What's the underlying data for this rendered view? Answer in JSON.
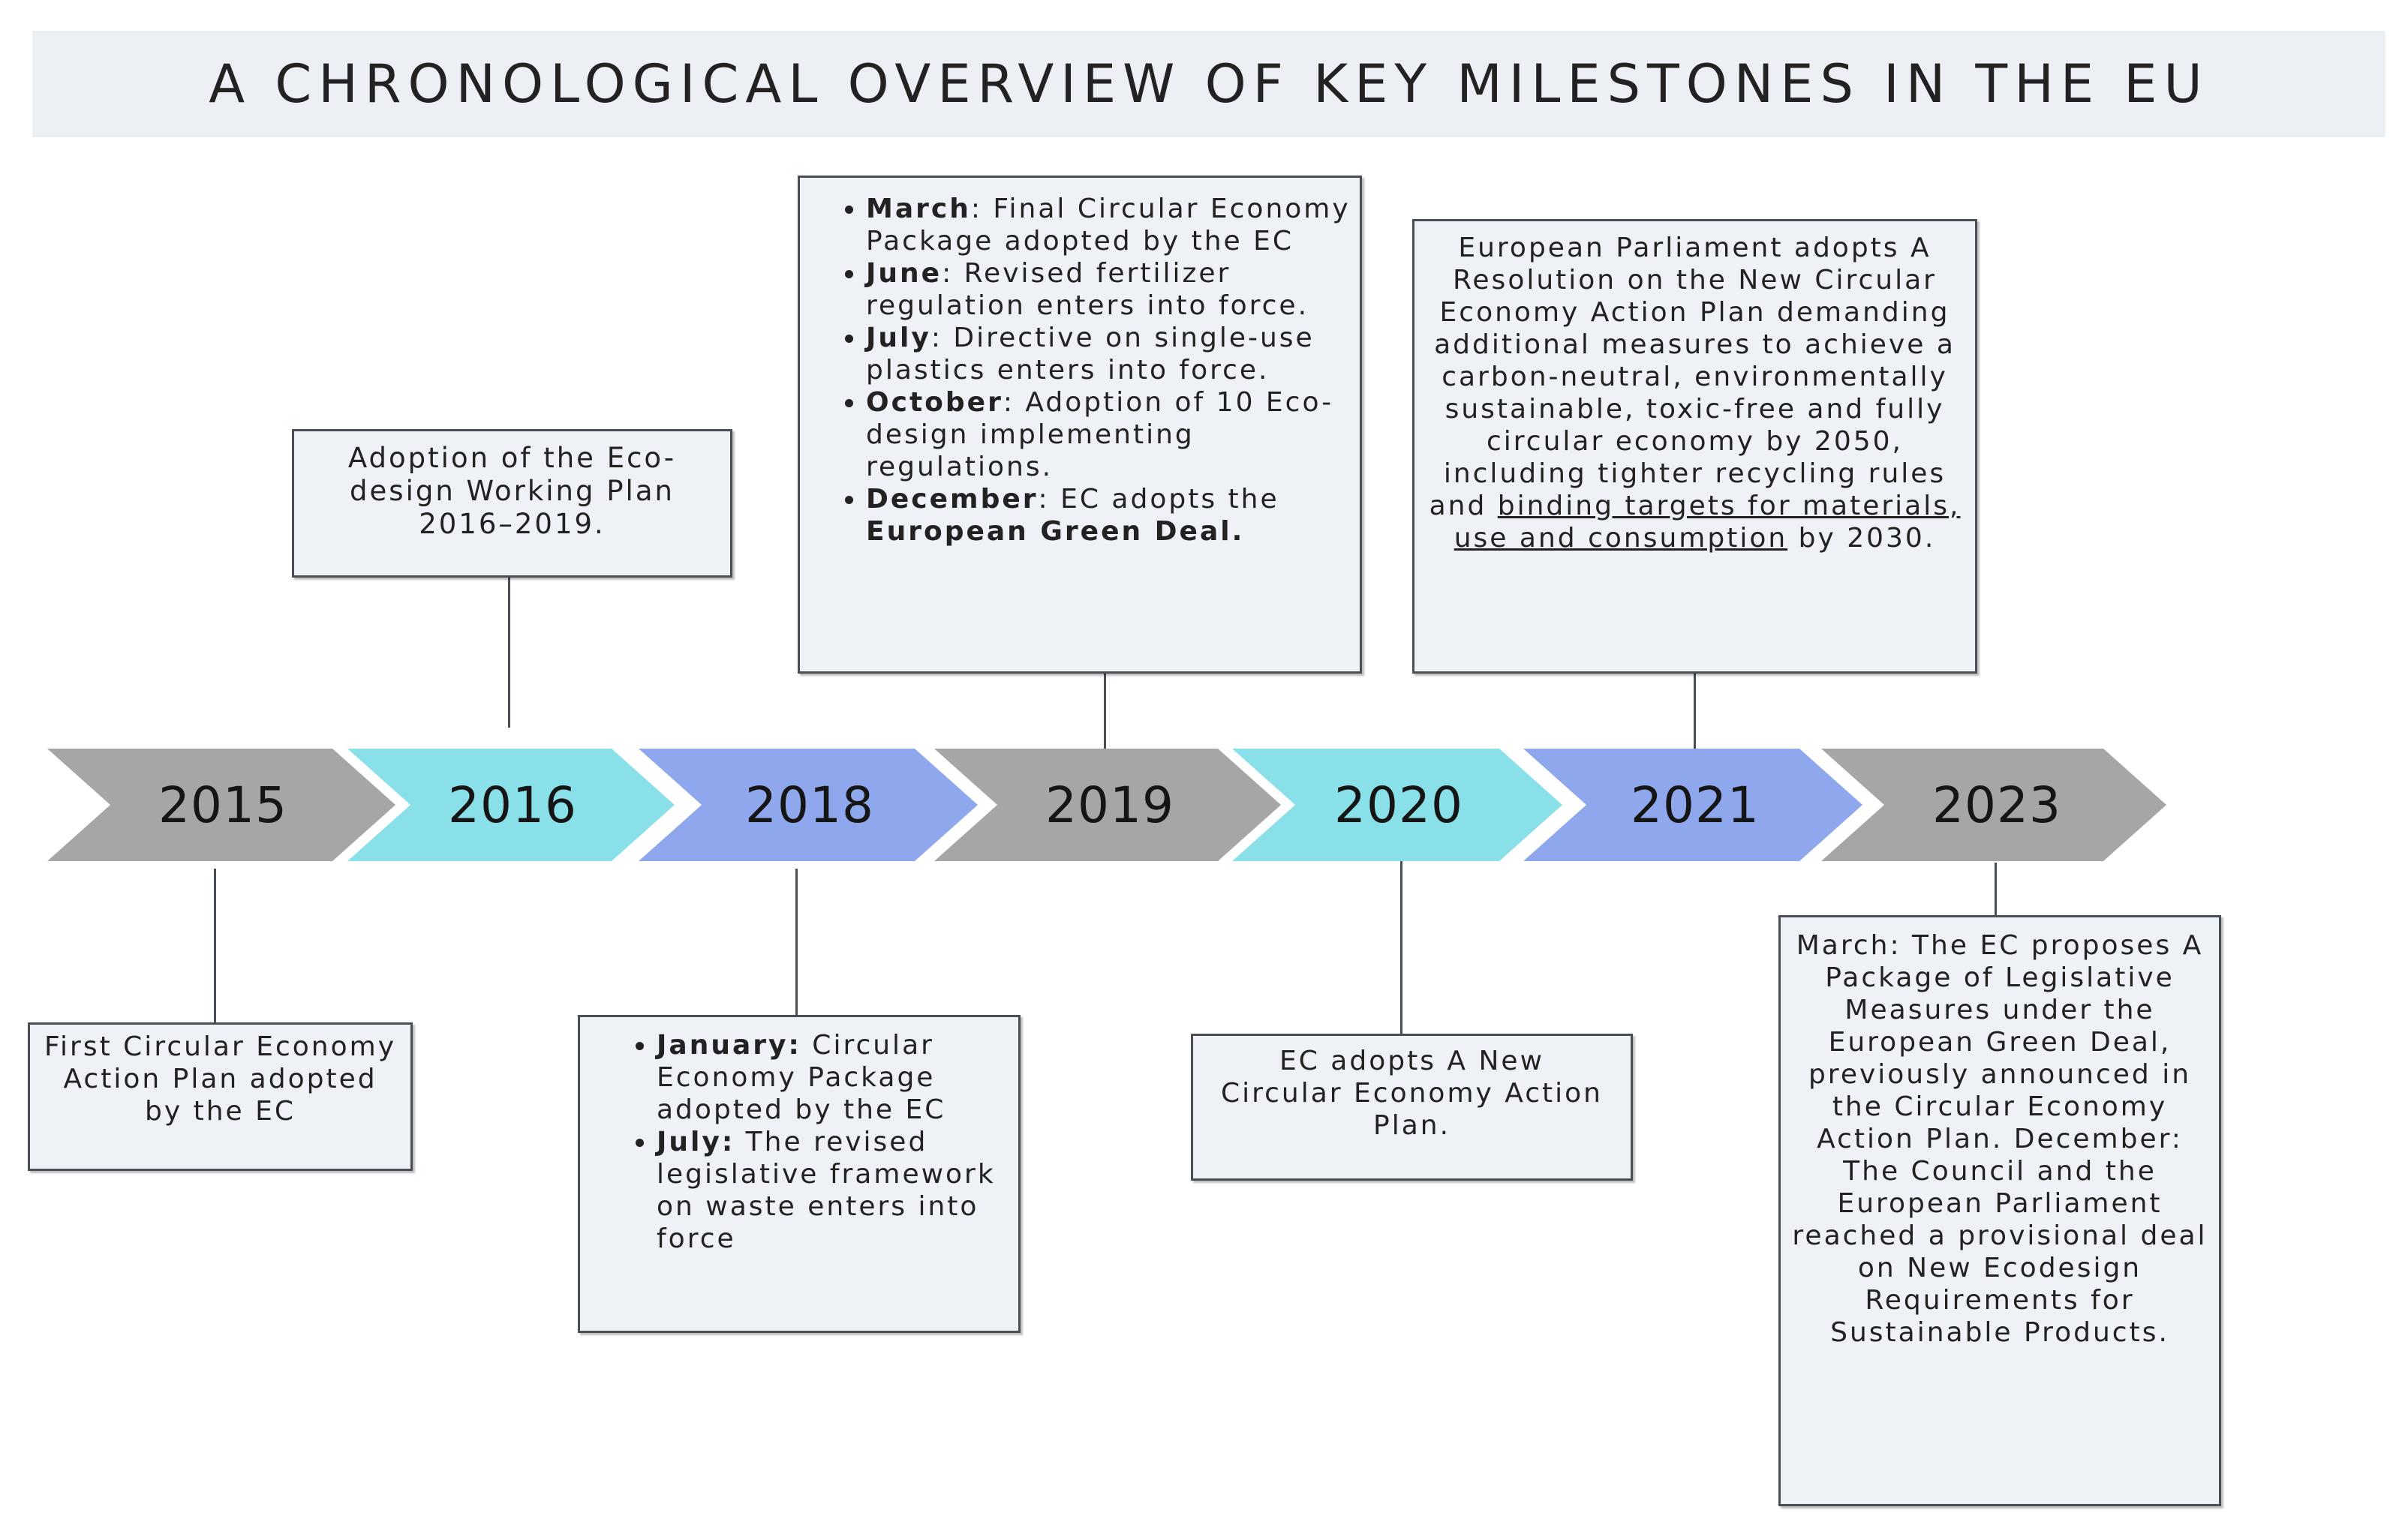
{
  "title": "A CHRONOLOGICAL OVERVIEW OF KEY MILESTONES IN THE EU",
  "colors": {
    "gray": "#a6a6a6",
    "cyan": "#8ae0e8",
    "blue": "#8fa8ed"
  },
  "years": [
    {
      "label": "2015",
      "color": "gray"
    },
    {
      "label": "2016",
      "color": "cyan"
    },
    {
      "label": "2018",
      "color": "blue"
    },
    {
      "label": "2019",
      "color": "gray"
    },
    {
      "label": "2020",
      "color": "cyan"
    },
    {
      "label": "2021",
      "color": "blue"
    },
    {
      "label": "2023",
      "color": "gray"
    }
  ],
  "milestones": {
    "m2015": {
      "text": "First Circular Economy Action Plan adopted by the EC"
    },
    "m2016": {
      "text": "Adoption of the Eco-design Working Plan 2016–2019."
    },
    "m2018": {
      "items": [
        {
          "label": "January:",
          "text": " Circular Economy Package adopted by the EC"
        },
        {
          "label": "July:",
          "text": " The revised legislative framework on waste enters into force"
        }
      ]
    },
    "m2019": {
      "items": [
        {
          "label": "March",
          "text": ": Final Circular Economy Package adopted by the EC"
        },
        {
          "label": "June",
          "text": ": Revised fertilizer regulation enters into force."
        },
        {
          "label": "July",
          "text": ": Directive on single-use plastics enters into force."
        },
        {
          "label": "October",
          "text": ": Adoption of 10 Eco-design implementing regulations."
        },
        {
          "label": "December",
          "text": ": EC adopts the ",
          "emphasis": "European Green Deal."
        }
      ]
    },
    "m2020": {
      "text": "EC adopts A New Circular Economy Action Plan."
    },
    "m2021": {
      "text": "European Parliament adopts A Resolution on the New Circular Economy Action Plan demanding additional measures to achieve a carbon-neutral, environmentally sustainable, toxic-free and fully circular economy by 2050, including tighter recycling rules and ",
      "link": "binding targets for materials, use and consumption",
      "tail": " by 2030."
    },
    "m2023": {
      "text": "March: The EC proposes A Package of Legislative Measures under the European Green Deal, previously announced in the Circular Economy Action Plan. December: The Council and the European Parliament reached a provisional deal on New Ecodesign Requirements for Sustainable Products."
    }
  }
}
